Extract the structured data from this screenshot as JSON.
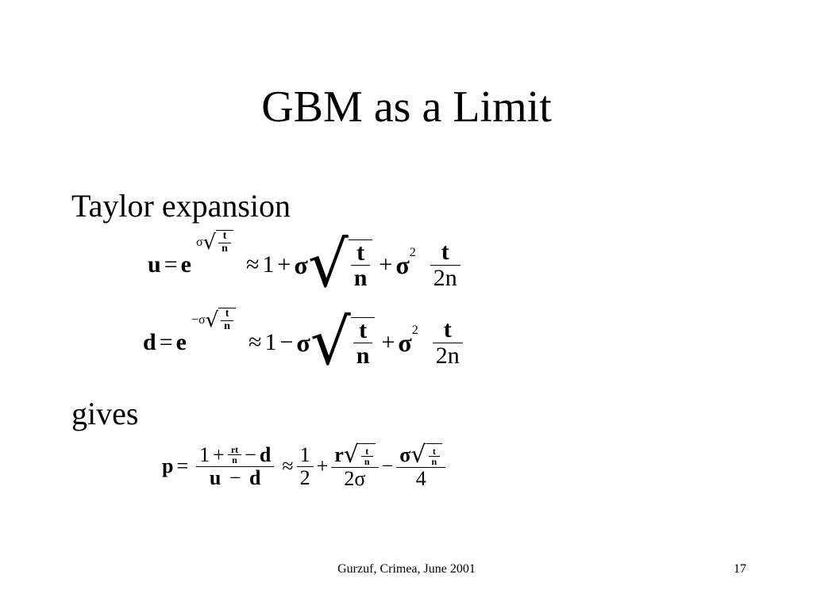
{
  "slide": {
    "title": "GBM as a Limit",
    "heading_1": "Taylor expansion",
    "heading_2": "gives",
    "footer_center": "Gurzuf, Crimea, June 2001",
    "page_number": "17"
  },
  "math": {
    "u": "u",
    "d": "d",
    "e": "e",
    "p": "p",
    "sigma": "σ",
    "minus_sigma": "−σ",
    "eq": "=",
    "approx": "≈",
    "plus": "+",
    "minus": "−",
    "one": "1",
    "two": "2",
    "four": "4",
    "sq": "2",
    "t": "t",
    "n": "n",
    "two_n": "2n",
    "r": "r",
    "rt": "rt",
    "two_sigma": "2σ",
    "radical": "√"
  }
}
